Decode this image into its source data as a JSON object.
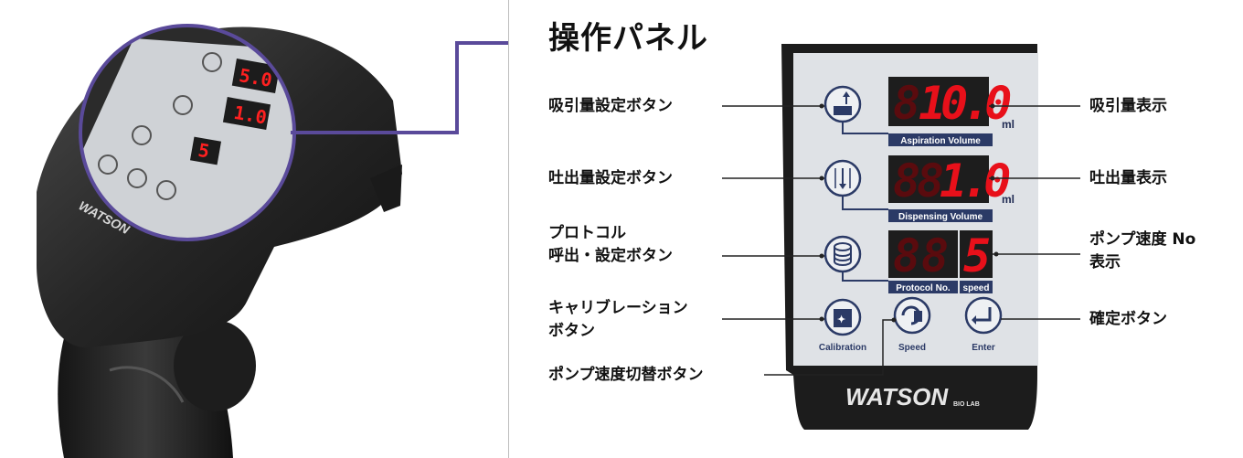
{
  "title": "操作パネル",
  "labels_left": {
    "aspiration_btn": "吸引量設定ボタン",
    "dispensing_btn": "吐出量設定ボタン",
    "protocol_btn_line1": "プロトコル",
    "protocol_btn_line2": "呼出・設定ボタン",
    "calibration_btn_line1": "キャリブレーション",
    "calibration_btn_line2": "ボタン",
    "speed_btn": "ポンプ速度切替ボタン"
  },
  "labels_right": {
    "aspiration_display": "吸引量表示",
    "dispensing_display": "吐出量表示",
    "speed_display_line1": "ポンプ速度 No",
    "speed_display_line2": "表示",
    "enter_btn": "確定ボタン"
  },
  "panel": {
    "aspiration_value": "10.0",
    "aspiration_unit": "ml",
    "aspiration_caption": "Aspiration Volume",
    "dispensing_value": "1.0",
    "dispensing_unit": "ml",
    "dispensing_caption": "Dispensing Volume",
    "protocol_caption": "Protocol No.",
    "speed_caption": "speed",
    "speed_value": "5",
    "calibration_label": "Calibration",
    "speed_label": "Speed",
    "enter_label": "Enter",
    "brand": "WATSON",
    "brand_sub": "BIO LAB"
  },
  "photo": {
    "brand": "WATSON",
    "aspiration_value": "5.0",
    "dispensing_value": "1.0",
    "protocol_value": "5"
  },
  "colors": {
    "led_red": "#e8101a",
    "lcd_bg": "#1d1d1d",
    "panel_face": "#dfe2e6",
    "caption_bg": "#2b3a66",
    "device_body": "#2a2a2a",
    "circle_ring": "#5a4a9a"
  }
}
